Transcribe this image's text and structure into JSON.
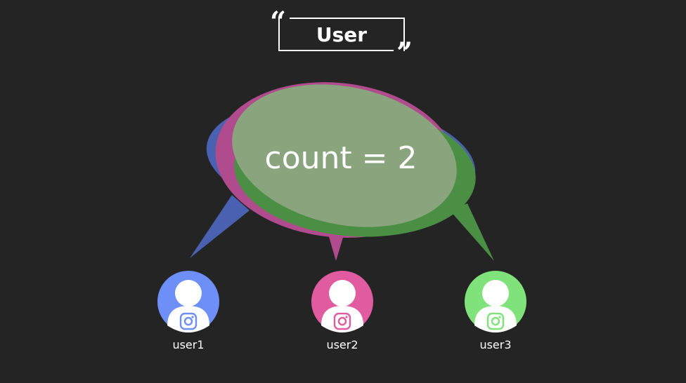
{
  "title": "User",
  "bubble": {
    "text": "count = 2"
  },
  "users": [
    {
      "label": "user1",
      "color": "#6e8ff7",
      "bubble_color": "#4a60b0"
    },
    {
      "label": "user2",
      "color": "#e05b9f",
      "bubble_color": "#b04c8e"
    },
    {
      "label": "user3",
      "color": "#7fe27a",
      "bubble_color": "#4b8f45"
    }
  ],
  "overlap_color": "#8aa57d",
  "icon": "instagram-icon"
}
